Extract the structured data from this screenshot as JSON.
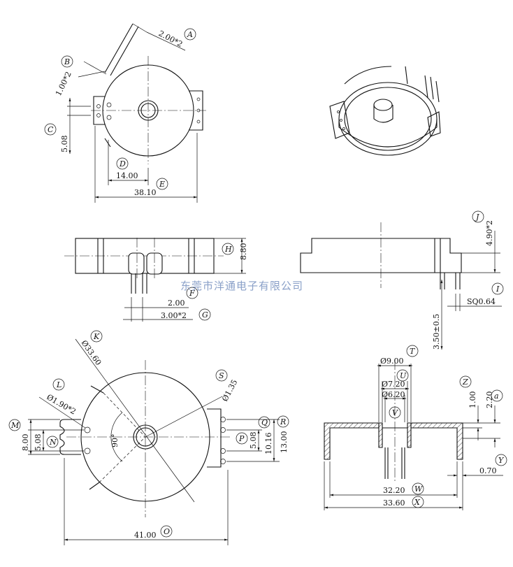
{
  "watermark": "东莞市洋通电子有限公司",
  "dimensions": {
    "A": "2.00*2",
    "B": "1.00*2",
    "C": "5.08",
    "D": "14.00",
    "E": "38.10",
    "H": "8.80",
    "F": "2.00",
    "G": "3.00*2",
    "J": "4.90*2",
    "I": "SQ0.64",
    "pin_len": "3.50±0.5",
    "K": "Ø33.60",
    "L": "Ø1.90*2",
    "S": "Ø1.35",
    "M": "8.00",
    "N": "5.08",
    "Q": "10.16",
    "P": "5.08",
    "R": "13.00",
    "angle": "90°",
    "O": "41.00",
    "T": "Ø9.00",
    "U": "Ø7.20",
    "V": "Ø6.20",
    "Z": "1.00",
    "a": "2.20",
    "Y": "0.70",
    "W": "32.20",
    "X": "33.60"
  },
  "labels": {
    "A": "A",
    "B": "B",
    "C": "C",
    "D": "D",
    "E": "E",
    "F": "F",
    "G": "G",
    "H": "H",
    "I": "I",
    "J": "J",
    "K": "K",
    "L": "L",
    "M": "M",
    "N": "N",
    "O": "O",
    "P": "P",
    "Q": "Q",
    "R": "R",
    "S": "S",
    "T": "T",
    "U": "U",
    "V": "V",
    "W": "W",
    "X": "X",
    "Y": "Y",
    "Z": "Z",
    "a": "a"
  }
}
